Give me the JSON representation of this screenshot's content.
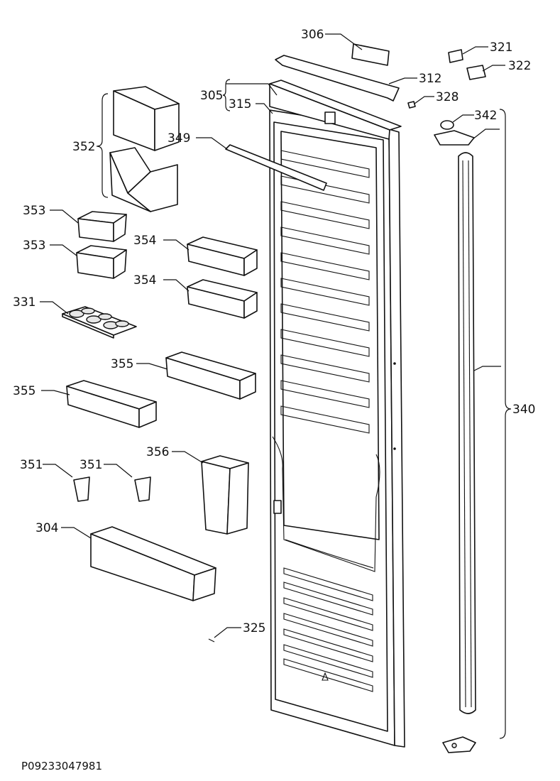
{
  "diagram": {
    "reference_code": "P09233047981",
    "labels": {
      "p304": "304",
      "p305": "305",
      "p306": "306",
      "p312": "312",
      "p315": "315",
      "p321": "321",
      "p322": "322",
      "p325": "325",
      "p328": "328",
      "p331": "331",
      "p340": "340",
      "p342": "342",
      "p349": "349",
      "p351a": "351",
      "p351b": "351",
      "p352": "352",
      "p353a": "353",
      "p353b": "353",
      "p354a": "354",
      "p354b": "354",
      "p355a": "355",
      "p355b": "355",
      "p356": "356"
    }
  }
}
